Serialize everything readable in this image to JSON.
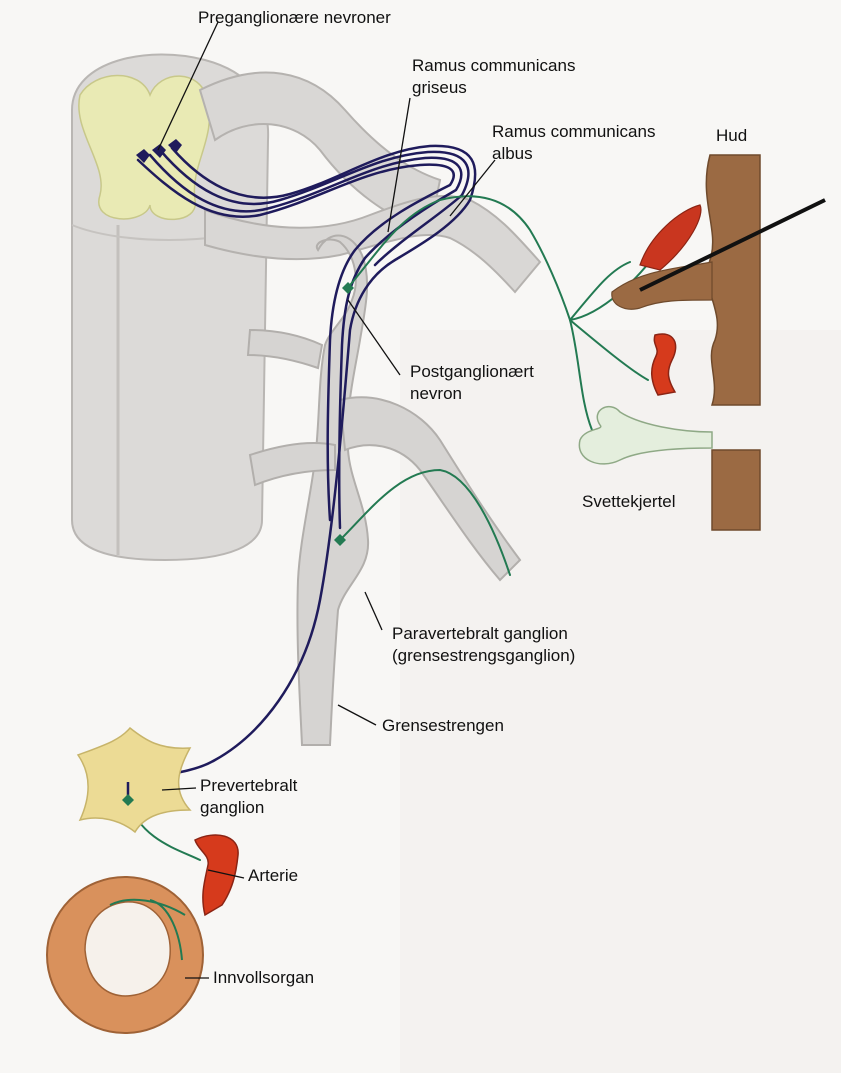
{
  "labels": {
    "preganglionic": "Preganglionære nevroner",
    "ramus_griseus_1": "Ramus communicans",
    "ramus_griseus_2": "griseus",
    "ramus_albus_1": "Ramus communicans",
    "ramus_albus_2": "albus",
    "hud": "Hud",
    "postganglionic_1": "Postganglionært",
    "postganglionic_2": "nevron",
    "svettekjertel": "Svettekjertel",
    "paravertebral_1": "Paravertebralt ganglion",
    "paravertebral_2": "(grensestrengsganglion)",
    "grensestrengen": "Grensestrengen",
    "prevertebral_1": "Prevertebralt",
    "prevertebral_2": "ganglion",
    "arterie": "Arterie",
    "innvollsorgan": "Innvollsorgan"
  },
  "colors": {
    "spinal_cord_body": "#dcdad8",
    "grey_matter": "#e9eab4",
    "nerve_grey": "#d6d4d2",
    "preganglionic_fiber": "#1f1b5c",
    "postganglionic_fiber": "#237a52",
    "skin": "#9b6a43",
    "muscle_red": "#c9361f",
    "gland": "#e4eedd",
    "organ_wall": "#d9915c",
    "ganglion_yellow": "#ecdb95"
  },
  "icons": [
    "neuron-cell-body-marker",
    "axon-terminal-marker"
  ]
}
